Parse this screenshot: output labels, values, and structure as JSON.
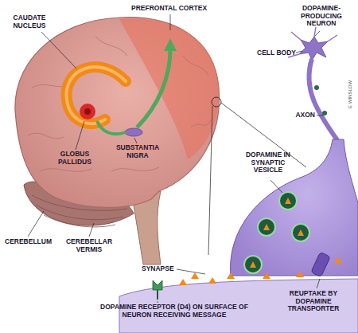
{
  "diagram": {
    "labels": [
      "CAUDATE NUCLEUS",
      "PREFRONTAL CORTEX",
      "DOPAMINE-PRODUCING NEURON",
      "CELL BODY",
      "AXON",
      "DOPAMINE IN SYNAPTIC VESICLE",
      "GLOBUS PALLIDUS",
      "SUBSTANTIA NIGRA",
      "CEREBELLUM",
      "CEREBELLAR VERMIS",
      "SYNAPSE",
      "REUPTAKE BY DOPAMINE TRANSPORTER",
      "DOPAMINE RECEPTOR (D4) ON SURFACE OF NEURON RECEIVING MESSAGE",
      "E WINSLOW"
    ]
  }
}
